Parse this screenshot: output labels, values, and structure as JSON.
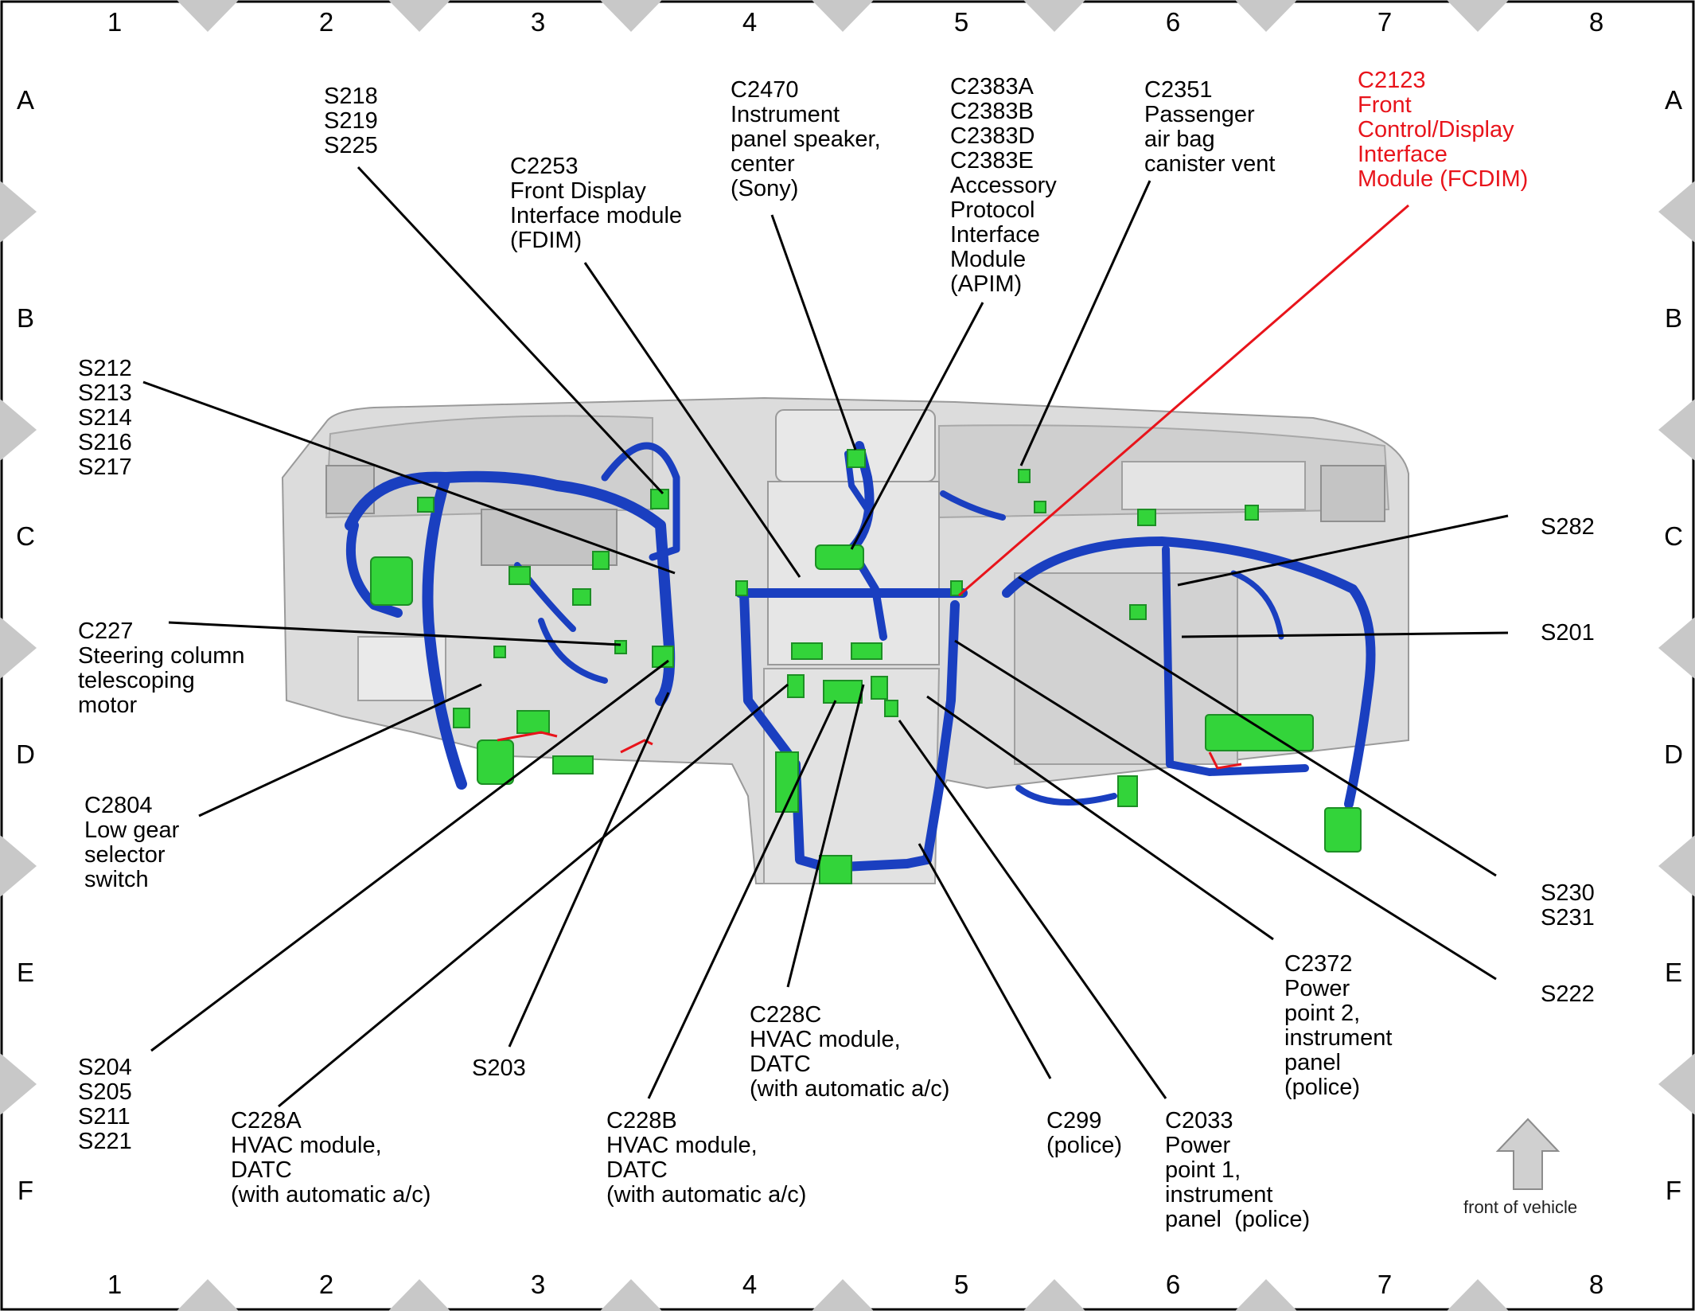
{
  "grid": {
    "columns": [
      "1",
      "2",
      "3",
      "4",
      "5",
      "6",
      "7",
      "8"
    ],
    "rows": [
      "A",
      "B",
      "C",
      "D",
      "E",
      "F"
    ]
  },
  "colors": {
    "harness": "#1a3fc0",
    "connector": "#33d43a",
    "highlight_leader": "#e8141b",
    "panel": "#d9d9d9",
    "marker": "#c8c8c8"
  },
  "labels": {
    "s218": "S218\nS219\nS225",
    "c2253": "C2253\nFront Display\nInterface module\n(FDIM)",
    "c2470": "C2470\nInstrument\npanel speaker,\ncenter\n(Sony)",
    "c2383": "C2383A\nC2383B\nC2383D\nC2383E\nAccessory\nProtocol\nInterface\nModule\n(APIM)",
    "c2351": "C2351\nPassenger\nair bag\ncanister vent",
    "c2123": "C2123\nFront\nControl/Display\nInterface\nModule (FCDIM)",
    "s212": "S212\nS213\nS214\nS216\nS217",
    "s282": "S282",
    "c227": "C227\nSteering column\ntelescoping\nmotor",
    "s201": "S201",
    "c2804": "C2804\nLow gear\nselector\nswitch",
    "s230": "S230\nS231",
    "c2372": "C2372\nPower\npoint 2,\ninstrument\npanel\n(police)",
    "s222": "S222",
    "c228c": "C228C\nHVAC module,\nDATC\n(with automatic a/c)",
    "s204": "S204\nS205\nS211\nS221",
    "s203": "S203",
    "c228a": "C228A\nHVAC module,\nDATC\n(with automatic a/c)",
    "c228b": "C228B\nHVAC module,\nDATC\n(with automatic a/c)",
    "c299": "C299\n(police)",
    "c2033": "C2033\nPower\npoint 1,\ninstrument\npanel  (police)"
  },
  "front_of_vehicle": "front of vehicle"
}
